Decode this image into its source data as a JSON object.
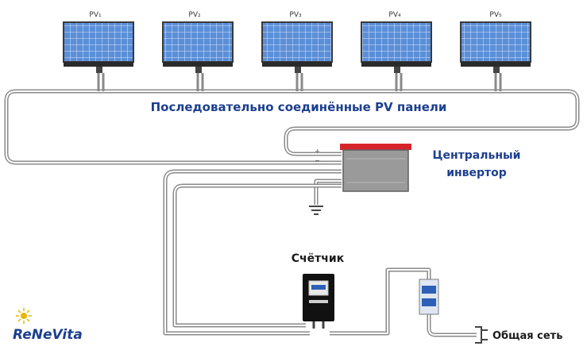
{
  "panels": [
    {
      "label": "PV₁"
    },
    {
      "label": "PV₂"
    },
    {
      "label": "PV₃"
    },
    {
      "label": "PV₄"
    },
    {
      "label": "PV₅"
    }
  ],
  "labels": {
    "series_caption": "Последовательно соединённые PV панели",
    "inverter_line1": "Центральный",
    "inverter_line2": "инвертор",
    "meter": "Счётчик",
    "grid": "Общая сеть"
  },
  "logo": {
    "text": "ReNeVita"
  },
  "colors": {
    "panel_fill": "#5b8fd8",
    "panel_frame": "#3a3a3a",
    "caption_blue": "#1c3f8f",
    "inverter_top": "#d6242a",
    "inverter_body": "#9a9a9a",
    "wire": "#8a8a8a",
    "meter_body": "#111111",
    "breaker_blue": "#2d5fb8"
  },
  "icons": {
    "ground": "ground-symbol-icon",
    "plug": "grid-plug-icon",
    "sun": "sun-icon"
  }
}
